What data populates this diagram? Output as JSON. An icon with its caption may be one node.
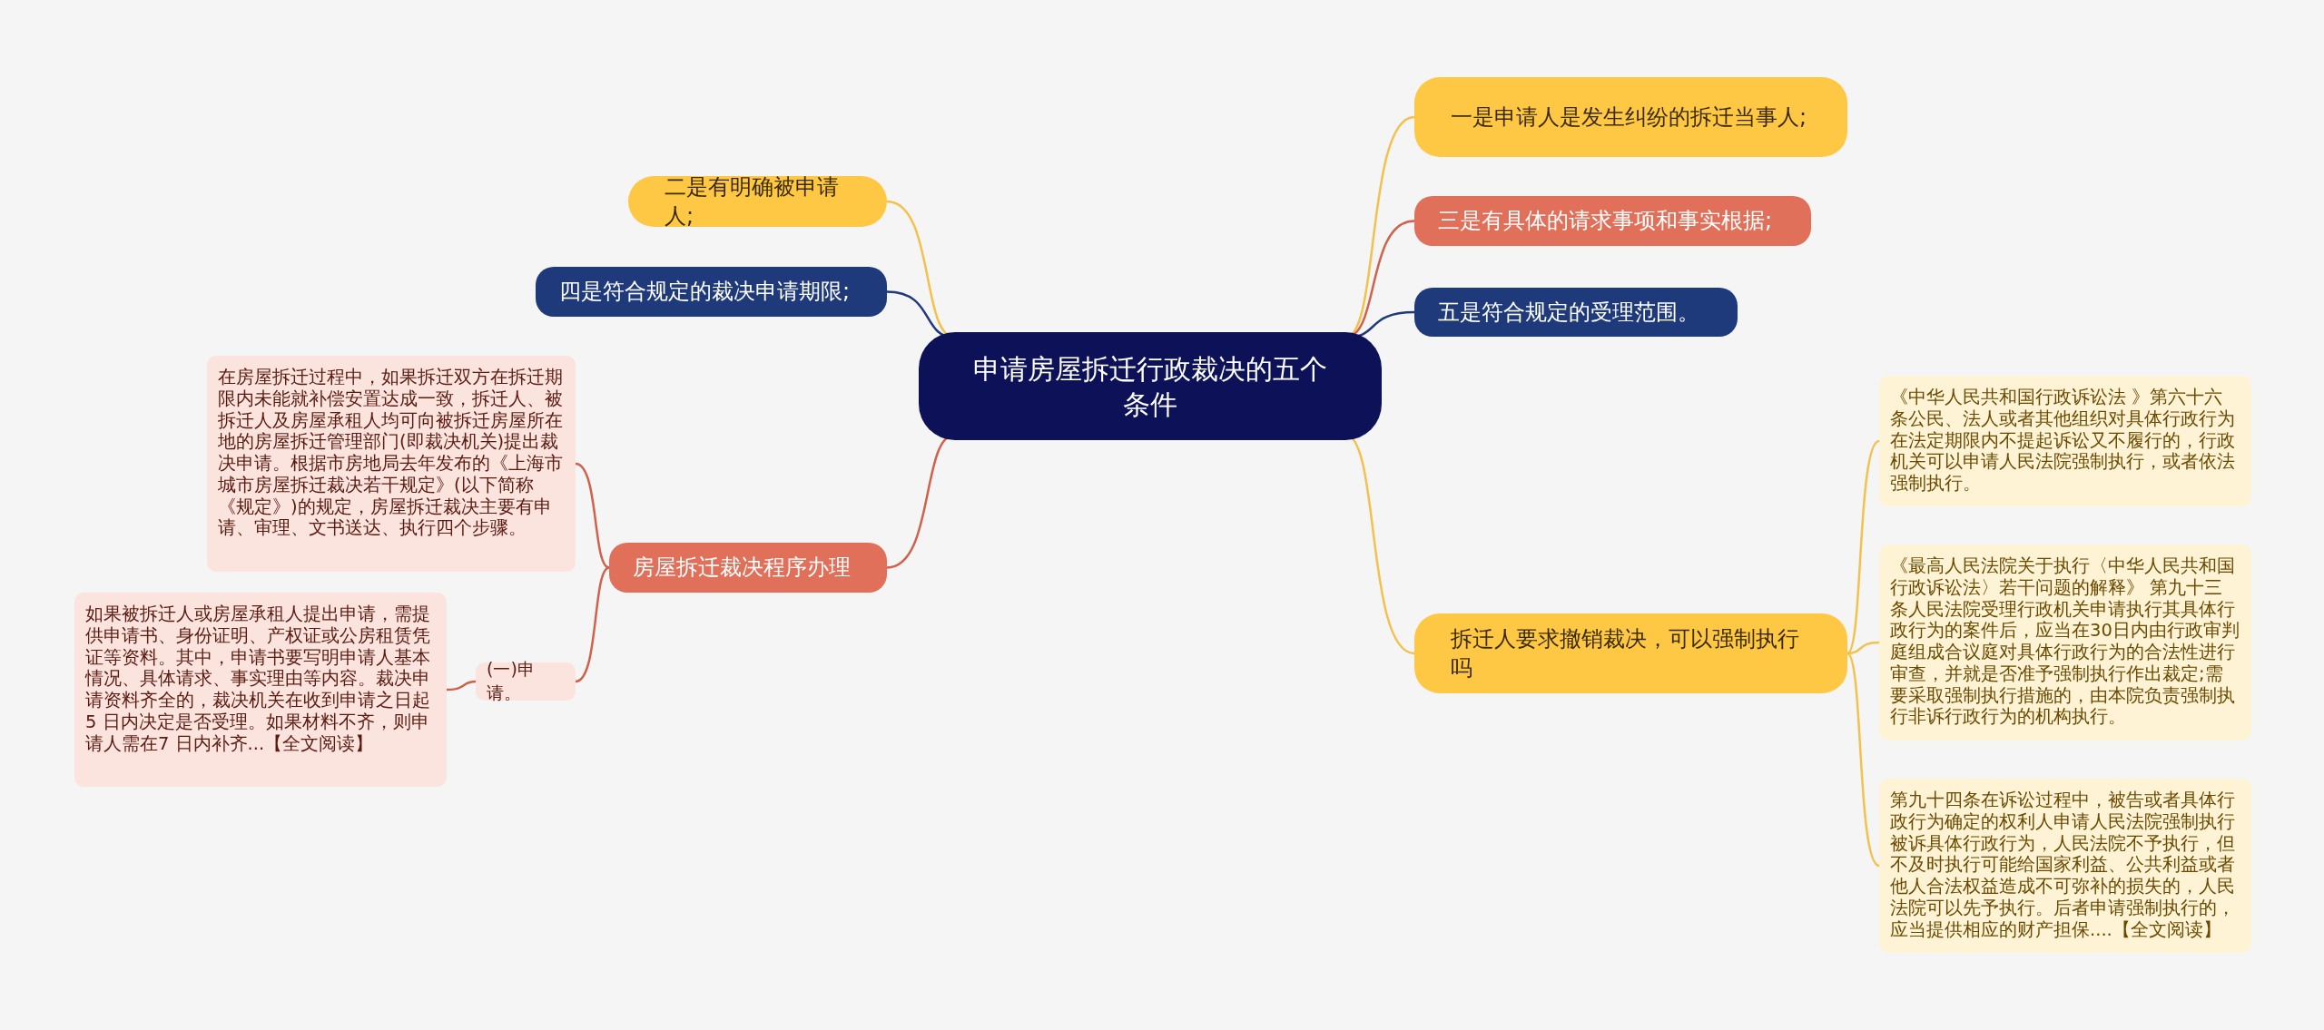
{
  "diagram": {
    "nodes": [
      {
        "text": [
          "申请房屋拆迁行政裁决的五个条件"
        ]
      },
      {
        "text": [
          "一是申请人是发生纠纷的拆迁当事人;"
        ]
      },
      {
        "text": [
          "二是有明确被申请人;"
        ]
      },
      {
        "text": [
          "三是有具体的请求事项和事实根据;"
        ]
      },
      {
        "text": [
          "四是符合规定的裁决申请期限;"
        ]
      },
      {
        "text": [
          "五是符合规定的受理范围。"
        ]
      },
      {
        "text": [
          "房屋拆迁裁决程序办理"
        ]
      },
      {
        "text": [
          "在房屋拆迁过程中，如果拆迁双方在拆迁期限内未能就补偿安置达成一致，拆迁人、被拆迁人及房屋承租人均可向被拆迁房屋所在地的房屋拆迁管理部门(即裁决机关)提出裁决申请。根据市房地局去年发布的《上海市城市房屋拆迁裁决若干规定》(以下简称《规定》)的规定，房屋拆迁裁决主要有申请、审理、文书送达、执行四个步骤。"
        ]
      },
      {
        "text": [
          "(一)申请。"
        ]
      },
      {
        "text": [
          "如果被拆迁人或房屋承租人提出申请，需提供申请书、身份证明、产权证或公房租赁凭证等资料。其中，申请书要写明申请人基本情况、具体请求、事实理由等内容。裁决申请资料齐全的，裁决机关在收到申请之日起5 日内决定是否受理。如果材料不齐，则申请人需在7 日内补齐...【全文阅读】"
        ]
      },
      {
        "text": [
          "拆迁人要求撤销裁决，可以强制执行吗"
        ]
      },
      {
        "text": [
          "《中华人民共和国行政诉讼法 》第六十六条公民、法人或者其他组织对具体行政行为在法定期限内不提起诉讼又不履行的，行政机关可以申请人民法院强制执行，或者依法强制执行。"
        ]
      },
      {
        "text": [
          "《最高人民法院关于执行〈中华人民共和国行政诉讼法〉若干问题的解释》 第九十三条人民法院受理行政机关申请执行其具体行政行为的案件后，应当在30日内由行政审判庭组成合议庭对具体行政行为的合法性进行审查，并就是否准予强制执行作出裁定;需要采取强制执行措施的，由本院负责强制执行非诉行政行为的机构执行。"
        ]
      },
      {
        "text": [
          "第九十四条在诉讼过程中，被告或者具体行政行为确定的权利人申请人民法院强制执行被诉具体行政行为，人民法院不予执行，但不及时执行可能给国家利益、公共利益或者他人合法权益造成不可弥补的损失的，人民法院可以先予执行。后者申请强制执行的，应当提供相应的财产担保....【全文阅读】"
        ]
      }
    ],
    "edges": [
      {
        "from": 0,
        "to": 1,
        "arrow": "none"
      },
      {
        "from": 0,
        "to": 2,
        "arrow": "none"
      },
      {
        "from": 0,
        "to": 3,
        "arrow": "none",
        "color": "#d0614a"
      },
      {
        "from": 0,
        "to": 4,
        "arrow": "none",
        "color": "#1f3a7a"
      },
      {
        "from": 0,
        "to": 5,
        "arrow": "none",
        "color": "#1f3a7a"
      },
      {
        "from": 0,
        "to": 6,
        "arrow": "none",
        "color": "#d0614a"
      },
      {
        "from": 6,
        "to": 7,
        "arrow": "none",
        "color": "#d0614a"
      },
      {
        "from": 6,
        "to": 8,
        "arrow": "none",
        "color": "#d0614a"
      },
      {
        "from": 8,
        "to": 9,
        "arrow": "none",
        "color": "#d0614a"
      },
      {
        "from": 0,
        "to": 10,
        "arrow": "none"
      },
      {
        "from": 10,
        "to": 11,
        "arrow": "none"
      },
      {
        "from": 10,
        "to": 12,
        "arrow": "none"
      },
      {
        "from": 10,
        "to": 13,
        "arrow": "none"
      }
    ]
  }
}
